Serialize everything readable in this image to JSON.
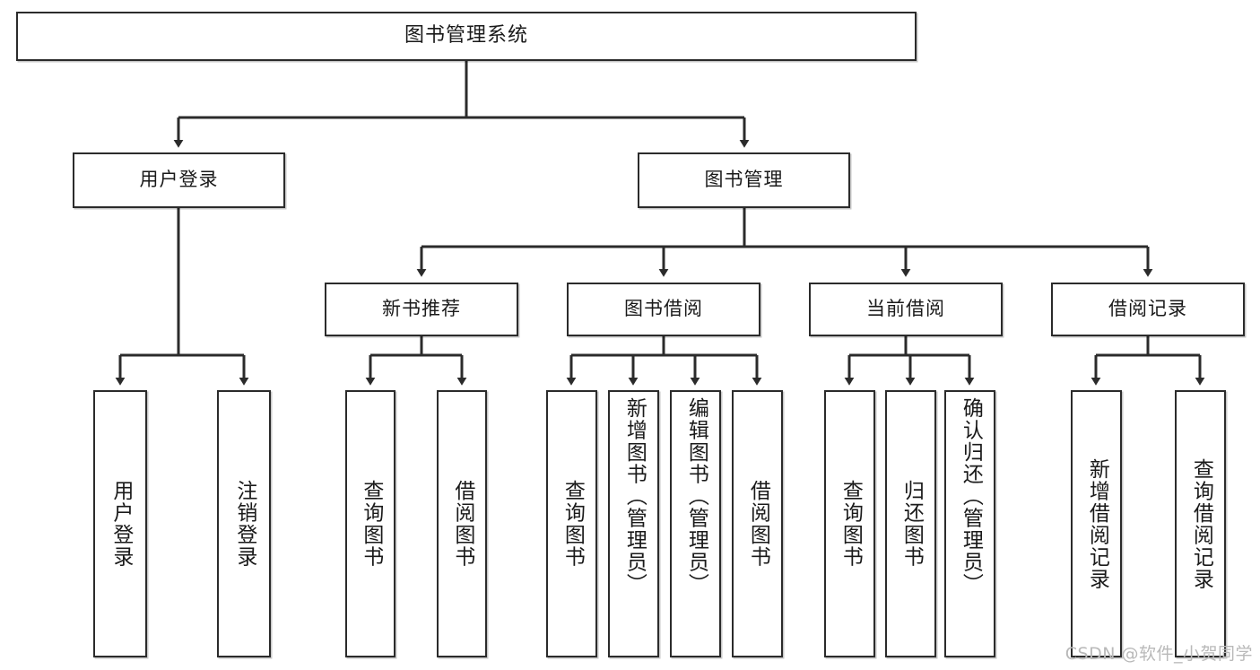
{
  "diagram": {
    "title": "图书管理系统",
    "type": "hierarchy-tree",
    "watermark": "CSDN @软件_小贺同学",
    "colors": {
      "stroke": "#2b2b2b",
      "fill": "#ffffff",
      "text": "#1a1a1a",
      "watermark": "#b9b9b9"
    },
    "nodes": {
      "root": {
        "label": "图书管理系统"
      },
      "level2": [
        {
          "id": "user-login",
          "label": "用户登录"
        },
        {
          "id": "book-manage",
          "label": "图书管理"
        }
      ],
      "level3": [
        {
          "id": "new-book-rec",
          "label": "新书推荐"
        },
        {
          "id": "book-borrow",
          "label": "图书借阅"
        },
        {
          "id": "current-borrow",
          "label": "当前借阅"
        },
        {
          "id": "borrow-record",
          "label": "借阅记录"
        }
      ],
      "leaves": [
        {
          "id": "leaf-user-login",
          "label": "用户登录"
        },
        {
          "id": "leaf-logout-login",
          "label": "注销登录"
        },
        {
          "id": "leaf-query-book-1",
          "label": "查询图书"
        },
        {
          "id": "leaf-borrow-book-1",
          "label": "借阅图书"
        },
        {
          "id": "leaf-query-book-2",
          "label": "查询图书"
        },
        {
          "id": "leaf-add-book",
          "label": "新增图书（管理员）"
        },
        {
          "id": "leaf-edit-book",
          "label": "编辑图书（管理员）"
        },
        {
          "id": "leaf-borrow-book-2",
          "label": "借阅图书"
        },
        {
          "id": "leaf-query-book-3",
          "label": "查询图书"
        },
        {
          "id": "leaf-return-book",
          "label": "归还图书"
        },
        {
          "id": "leaf-confirm-return",
          "label": "确认归还（管理员）"
        },
        {
          "id": "leaf-add-record",
          "label": "新增借阅记录"
        },
        {
          "id": "leaf-query-record",
          "label": "查询借阅记录"
        }
      ]
    }
  }
}
